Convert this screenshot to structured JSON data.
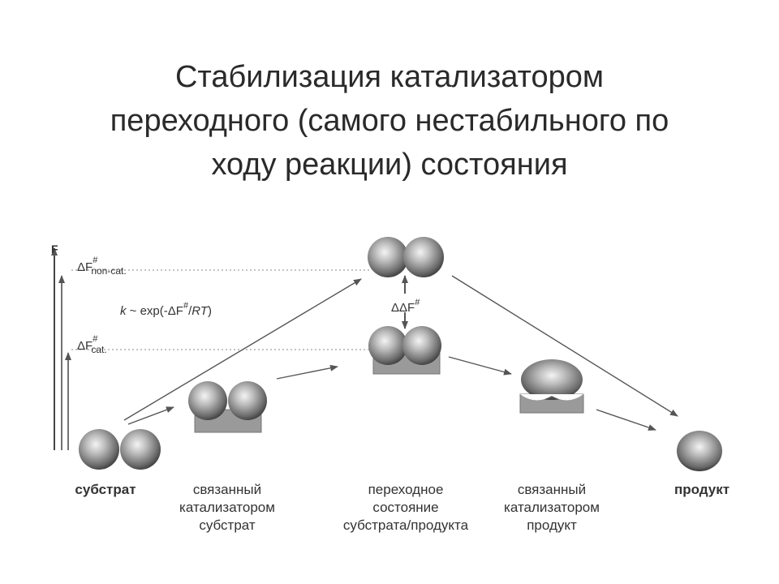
{
  "title_lines": [
    "Стабилизация катализатором",
    "переходного (самого нестабильного по",
    "ходу реакции) состояния"
  ],
  "diagram": {
    "axis_label": "F",
    "dF_noncat": {
      "main": "ΔF",
      "sup": "#",
      "sub": "non-cat."
    },
    "dF_cat": {
      "main": "ΔF",
      "sup": "#",
      "sub": "cat."
    },
    "ddF": {
      "main": "ΔΔF",
      "sup": "#"
    },
    "rate": {
      "k": "k",
      "text1": " ~ exp(-ΔF",
      "sup": "#",
      "slash": "/",
      "rt": "RT",
      "close": ")"
    },
    "stages": [
      {
        "lines": [
          "субстрат"
        ]
      },
      {
        "lines": [
          "связанный",
          "катализатором",
          "субстрат"
        ]
      },
      {
        "lines": [
          "переходное",
          "состояние",
          "субстрата/продукта"
        ]
      },
      {
        "lines": [
          "связанный",
          "катализатором",
          "продукт"
        ]
      },
      {
        "lines": [
          "продукт"
        ]
      }
    ],
    "colors": {
      "sphere_light": "#f2f2f2",
      "sphere_dark": "#3c3c3c",
      "catalyst": "#999999",
      "arrow": "#555555",
      "dotted": "#bbbbbb"
    }
  }
}
